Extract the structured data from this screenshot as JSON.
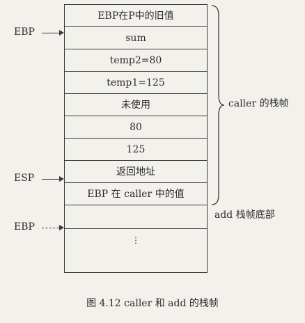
{
  "stack_cells": [
    "EBP在P中的旧值",
    "sum",
    "temp2=80",
    "temp1=125",
    "未使用",
    "80",
    "125",
    "返回地址",
    "EBP 在 caller 中的值"
  ],
  "pointers": {
    "ebp_top": "EBP",
    "esp": "ESP",
    "ebp_bottom": "EBP"
  },
  "brace_label": "caller 的栈帧",
  "add_label": "add 栈帧底部",
  "dots": "⋮",
  "caption": "图 4.12    caller 和 add 的栈帧"
}
